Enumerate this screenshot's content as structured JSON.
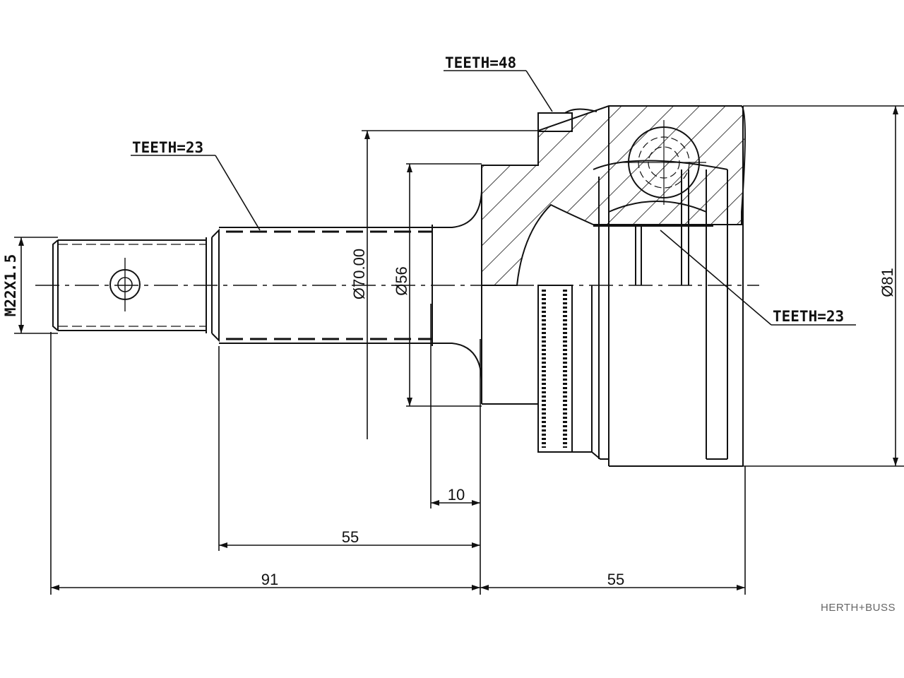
{
  "labels": {
    "teeth_shaft": "TEETH=23",
    "teeth_abs": "TEETH=48",
    "teeth_inner": "TEETH=23",
    "thread": "M22X1.5",
    "dia_shaft_collar": "Ø70.00",
    "dia_shaft": "Ø56",
    "dia_outer": "Ø81"
  },
  "dimensions": {
    "d10": "10",
    "d55_shaft": "55",
    "d91": "91",
    "d55_body": "55"
  },
  "brand": "HERTH+BUSS",
  "colors": {
    "line": "#111111",
    "background": "#ffffff"
  }
}
